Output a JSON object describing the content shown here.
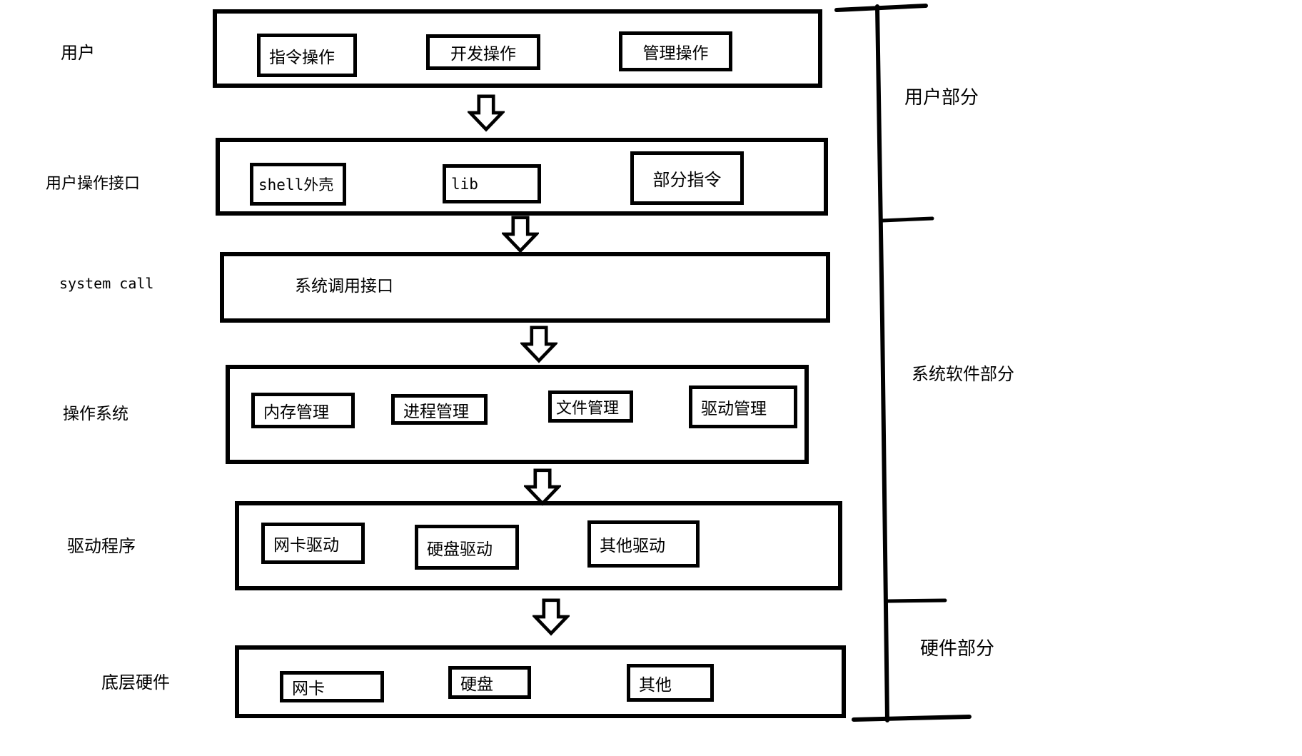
{
  "diagram": {
    "rows": [
      {
        "label": "用户",
        "boxes": [
          "指令操作",
          "开发操作",
          "管理操作"
        ]
      },
      {
        "label": "用户操作接口",
        "boxes": [
          "shell外壳",
          "lib",
          "部分指令"
        ]
      },
      {
        "label": "system call",
        "boxes": [
          "系统调用接口"
        ]
      },
      {
        "label": "操作系统",
        "boxes": [
          "内存管理",
          "进程管理",
          "文件管理",
          "驱动管理"
        ]
      },
      {
        "label": "驱动程序",
        "boxes": [
          "网卡驱动",
          "硬盘驱动",
          "其他驱动"
        ]
      },
      {
        "label": "底层硬件",
        "boxes": [
          "网卡",
          "硬盘",
          "其他"
        ]
      }
    ],
    "sections": [
      {
        "label": "用户部分"
      },
      {
        "label": "系统软件部分"
      },
      {
        "label": "硬件部分"
      }
    ],
    "arrow_count": 5,
    "colors": {
      "ink": "#000000",
      "background": "#ffffff",
      "box_fill": "#ffffff"
    }
  }
}
